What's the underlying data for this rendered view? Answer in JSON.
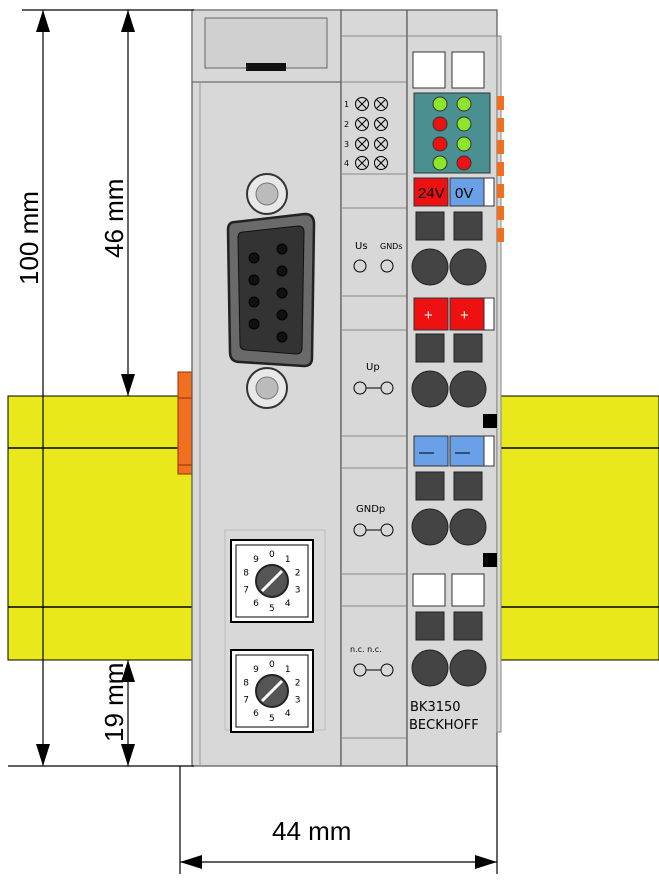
{
  "dimensions": {
    "height_total": "100 mm",
    "height_upper": "46 mm",
    "height_lower": "19 mm",
    "width": "44 mm"
  },
  "led_labels": [
    "1",
    "2",
    "3",
    "4"
  ],
  "power_labels": {
    "us_label": "Us",
    "gnds_label": "GNDs",
    "up_label": "Up",
    "gndp_label": "GNDp",
    "nc_label": "n.c. n.c."
  },
  "supply_labels": {
    "v24": "24V",
    "v0": "0V",
    "plus": "+",
    "minus": "—"
  },
  "rotary_switch_digits": [
    "0",
    "1",
    "2",
    "3",
    "4",
    "5",
    "6",
    "7",
    "8",
    "9"
  ],
  "model": "BK3150",
  "brand": "BECKHOFF",
  "colors": {
    "rail": "#e8e81a",
    "housing": "#d8d8d8",
    "led_green": "#8ee62a",
    "led_red": "#ee1111",
    "plus_red": "#ee1111",
    "minus_blue": "#6aa0e8",
    "clip_orange": "#f07020"
  }
}
